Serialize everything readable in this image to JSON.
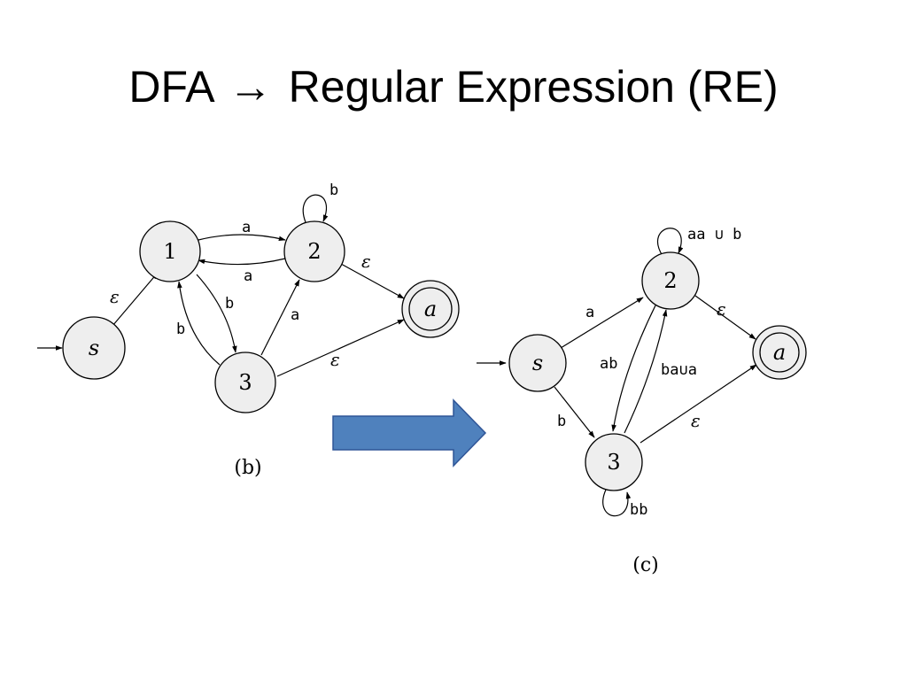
{
  "slide": {
    "title_left": "DFA",
    "title_arrow": "→",
    "title_right": "Regular Expression (RE)"
  },
  "colors": {
    "state_fill": "#eeeeee",
    "big_arrow_fill": "#4f81bd",
    "big_arrow_stroke": "#2f5597"
  },
  "diagram_b": {
    "caption": "(b)",
    "states": {
      "s": "s",
      "one": "1",
      "two": "2",
      "three": "3",
      "accept": "a"
    },
    "edge_labels": {
      "s_to_1": "ε",
      "1_to_2": "a",
      "2_to_1": "a",
      "2_loop": "b",
      "1_to_3": "b",
      "3_to_1": "b",
      "3_to_2": "a",
      "2_to_a": "ε",
      "3_to_a": "ε"
    }
  },
  "diagram_c": {
    "caption": "(c)",
    "states": {
      "s": "s",
      "two": "2",
      "three": "3",
      "accept": "a"
    },
    "edge_labels": {
      "s_to_2": "a",
      "s_to_3": "b",
      "2_loop": "aa ∪ b",
      "2_to_3": "ab",
      "3_to_2": "ba∪a",
      "3_loop": "bb",
      "2_to_a": "ε",
      "3_to_a": "ε"
    }
  }
}
